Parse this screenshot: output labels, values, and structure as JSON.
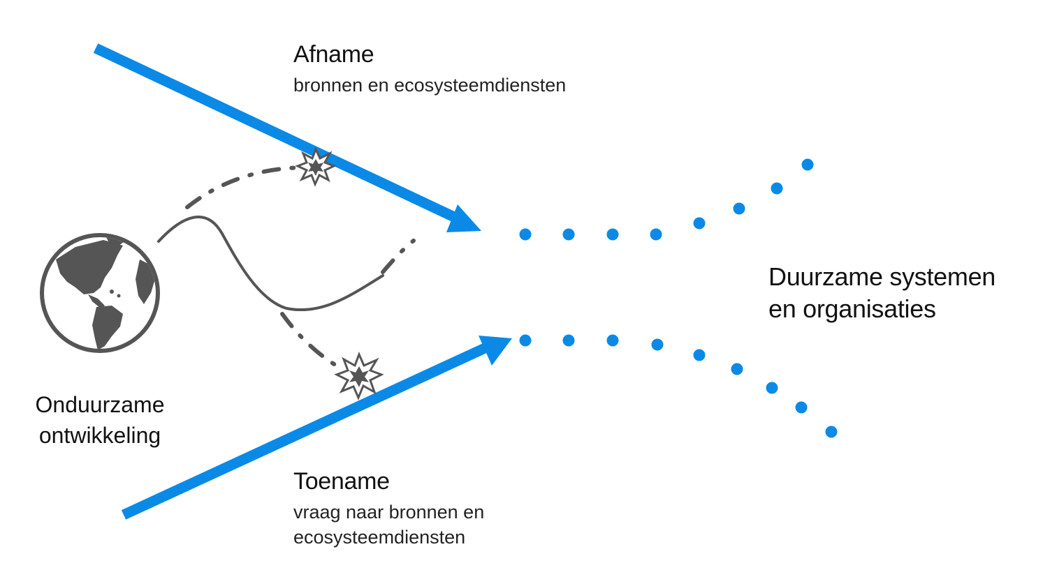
{
  "colors": {
    "accent_blue": "#0A8AE6",
    "dark_gray": "#555555",
    "text": "#111111"
  },
  "labels": {
    "afname_title": "Afname",
    "afname_subtitle": "bronnen en ecosysteemdiensten",
    "toename_title": "Toename",
    "toename_subtitle_line1": "vraag naar bronnen en",
    "toename_subtitle_line2": "ecosysteemdiensten",
    "start_line1": "Onduurzame",
    "start_line2": "ontwikkeling",
    "goal_line1": "Duurzame systemen",
    "goal_line2": "en organisaties"
  },
  "icons": {
    "start": "globe-icon",
    "collision": "explosion-icon"
  }
}
